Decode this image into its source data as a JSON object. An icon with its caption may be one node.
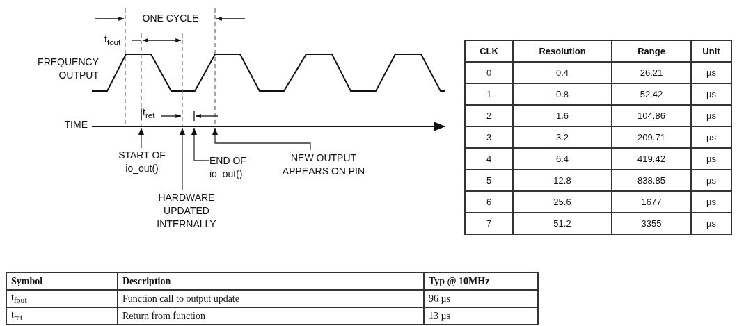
{
  "diagram": {
    "nodes": [
      {
        "text": [
          "START OF io_out()"
        ]
      },
      {
        "text": [
          "HARDWARE UPDATED INTERNALLY"
        ]
      },
      {
        "text": [
          "END OF io_out()"
        ]
      },
      {
        "text": [
          "NEW OUTPUT APPEARS ON PIN"
        ]
      },
      {
        "text": [],
        "shape": "bar",
        "beside": [
          "TIME"
        ]
      }
    ],
    "edges": [
      {
        "from": 0,
        "to": 4,
        "arrow": "to"
      },
      {
        "from": 1,
        "to": 4,
        "arrow": "to"
      },
      {
        "from": 2,
        "to": 4,
        "arrow": "to"
      },
      {
        "from": 3,
        "to": 4,
        "arrow": "to"
      }
    ],
    "labels": [
      "ONE CYCLE",
      "t$_{fout}$",
      "FREQUENCY OUTPUT",
      "t$_{ret}$",
      "CLK",
      "Resolution",
      "Range",
      "Unit",
      "0",
      "0.4",
      "26.21",
      "µs",
      "1",
      "0.8",
      "52.42",
      "µs",
      "2",
      "1.6",
      "104.86",
      "µs",
      "3",
      "3.2",
      "209.71",
      "µs",
      "4",
      "6.4",
      "419.42",
      "µs",
      "5",
      "12.8",
      "838.85",
      "µs",
      "6",
      "25.6",
      "1677",
      "µs",
      "7",
      "51.2",
      "3355",
      "µs",
      "Symbol",
      "Description",
      "Typ @ 10MHz",
      "t$_{fout}$",
      "Function call to output update",
      "96 µs",
      "t$_{ret}$",
      "Return from function",
      "13 µs"
    ]
  }
}
